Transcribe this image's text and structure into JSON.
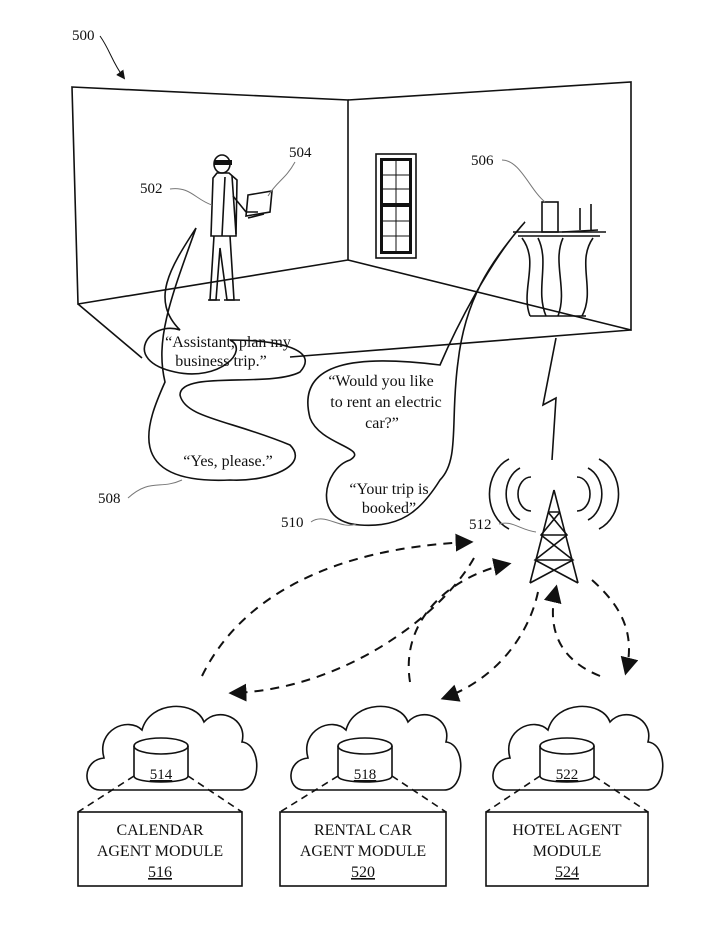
{
  "figure_ref": "500",
  "room": {
    "user_ref": "502",
    "device_ref": "504",
    "speaker_ref": "506"
  },
  "user_speech": {
    "ref": "508",
    "lines": [
      "“Assistant, plan my",
      "business trip.”",
      "“Yes, please.”"
    ]
  },
  "assistant_speech": {
    "ref": "510",
    "lines": [
      "“Would you like",
      "to rent an electric",
      "car?”",
      "“Your trip is",
      "booked”"
    ]
  },
  "tower": {
    "ref": "512"
  },
  "agents": [
    {
      "db_ref": "514",
      "title_lines": [
        "CALENDAR",
        "AGENT MODULE"
      ],
      "ref": "516"
    },
    {
      "db_ref": "518",
      "title_lines": [
        "RENTAL CAR",
        "AGENT MODULE"
      ],
      "ref": "520"
    },
    {
      "db_ref": "522",
      "title_lines": [
        "HOTEL AGENT",
        "MODULE"
      ],
      "ref": "524"
    }
  ],
  "colors": {
    "ink": "#111111",
    "leader": "#777777",
    "background": "#ffffff"
  }
}
